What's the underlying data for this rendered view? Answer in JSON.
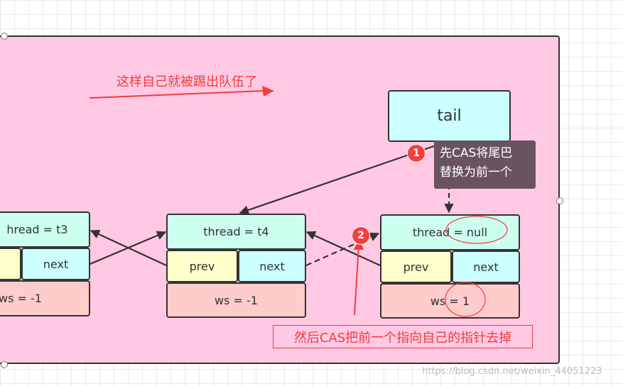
{
  "annotations": {
    "top_note": "这样自己就被踢出队伍了",
    "bottom_note": "然后CAS把前一个指向自己的指针去掉",
    "tip_line1": "先CAS将尾巴",
    "tip_line2": "替换为前一个",
    "badge1": "1",
    "badge2": "2"
  },
  "tail": {
    "label": "tail"
  },
  "nodes": {
    "t3": {
      "thread": "hread = t3",
      "next": "next",
      "ws": "ws = -1"
    },
    "t4": {
      "thread": "thread = t4",
      "prev": "prev",
      "next": "next",
      "ws": "ws = -1"
    },
    "tail_node": {
      "thread": "thread = null",
      "prev": "prev",
      "next": "next",
      "ws": "ws = 1"
    }
  },
  "watermark": "https://blog.csdn.net/weixin_44051223",
  "colors": {
    "canvas": "#ffc9e4",
    "thread_cell": "#ccfff0",
    "prev_cell": "#ffffcc",
    "next_cell": "#ccffff",
    "ws_cell": "#ffcccc",
    "accent": "#ef3d3d"
  }
}
